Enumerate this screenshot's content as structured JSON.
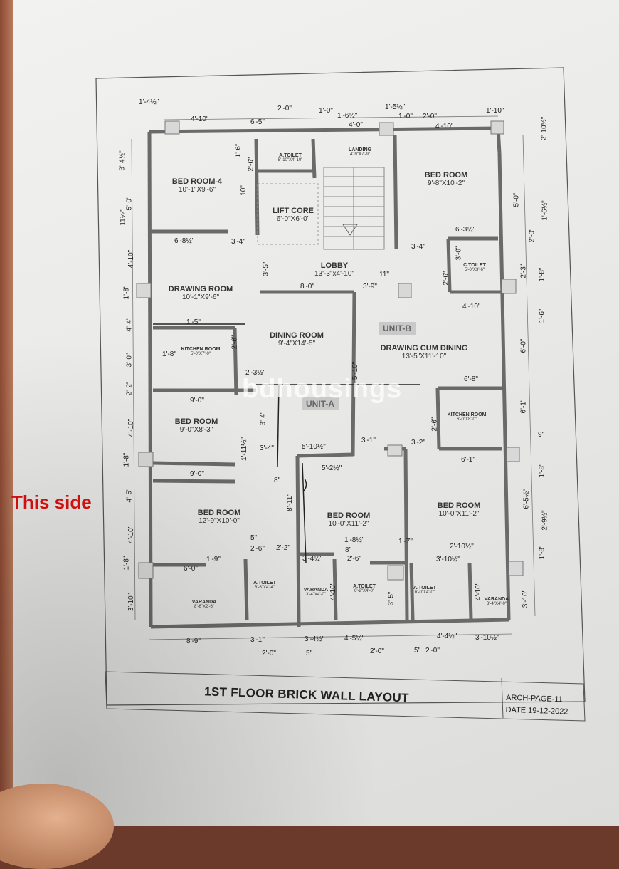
{
  "annotation": {
    "side_note": "This side"
  },
  "watermark": "bdhousings",
  "title_block": {
    "title": "1ST FLOOR BRICK WALL LAYOUT",
    "page": "ARCH-PAGE-11",
    "date": "DATE:19-12-2022"
  },
  "units": {
    "a": "UNIT-A",
    "b": "UNIT-B"
  },
  "rooms": {
    "bed_room_4": {
      "name": "BED ROOM-4",
      "size": "10'-1\"X9'-6\""
    },
    "a_toilet_top": {
      "name": "A.TOILET",
      "size": "5'-10\"X4'-10\""
    },
    "landing": {
      "name": "LANDING",
      "size": "4'-9\"X7'-9\""
    },
    "bed_room_top_right": {
      "name": "BED ROOM",
      "size": "9'-8\"X10'-2\""
    },
    "lift_core": {
      "name": "LIFT CORE",
      "size": "6'-0\"X6'-0\""
    },
    "lobby": {
      "name": "LOBBY",
      "size": "13'-3\"x4'-10\""
    },
    "c_toilet": {
      "name": "C.TOILET",
      "size": "5'-0\"X3'-6\""
    },
    "drawing_room_left": {
      "name": "DRAWING ROOM",
      "size": "10'-1\"X9'-6\""
    },
    "dining_room": {
      "name": "DINING ROOM",
      "size": "9'-4\"X14'-5\""
    },
    "kitchen_left": {
      "name": "KITCHEN ROOM",
      "size": "5'-0\"X7'-0\""
    },
    "drawing_dining": {
      "name": "DRAWING CUM DINING",
      "size": "13'-5\"X11'-10\""
    },
    "kitchen_right": {
      "name": "KITCHEN ROOM",
      "size": "6'-0\"X8'-0\""
    },
    "bed_room_mid_left": {
      "name": "BED ROOM",
      "size": "9'-0\"X8'-3\""
    },
    "bed_room_right": {
      "name": "BED ROOM",
      "size": "10'-0\"X11'-2\""
    },
    "bed_room_bottom_left": {
      "name": "BED ROOM",
      "size": "12'-9\"X10'-0\""
    },
    "bed_room_bottom_mid": {
      "name": "BED ROOM",
      "size": "10'-0\"X11'-2\""
    },
    "a_toilet_bl": {
      "name": "A.TOILET",
      "size": "6'-6\"X4'-4\""
    },
    "a_toilet_bm": {
      "name": "A.TOILET",
      "size": "6'-2\"X4'-0\""
    },
    "a_toilet_br": {
      "name": "A.TOILET",
      "size": "6'-0\"X4'-0\""
    },
    "varanda_left": {
      "name": "VARANDA",
      "size": "8'-6\"X2'-6\""
    },
    "varanda_mid": {
      "name": "VARANDA",
      "size": "3'-4\"X4'-0\""
    },
    "varanda_right": {
      "name": "VARANDA",
      "size": "3'-4\"X4'-0\""
    }
  },
  "dimensions": {
    "top": [
      "1'-4½\"",
      "4'-10\"",
      "2'-0\"",
      "6'-5\"",
      "1'-0\"",
      "1'-6½\"",
      "4'-0\"",
      "1'-5½\"",
      "1'-0\"",
      "2'-0\"",
      "4'-10\"",
      "1'-10\"",
      "2'-10½\""
    ],
    "left": [
      "3'-4½\"",
      "5'-0\"",
      "11½\"",
      "4'-10\"",
      "1'-8\"",
      "4'-4\"",
      "3'-0\"",
      "2'-2\"",
      "4'-10\"",
      "1'-8\"",
      "4'-5\"",
      "4'-10\"",
      "1'-8\"",
      "3'-10\""
    ],
    "right": [
      "5'-0\"",
      "1'-6½\"",
      "2'-0\"",
      "2'-3\"",
      "1'-8\"",
      "1'-6\"",
      "6'-0\"",
      "6'-1\"",
      "9\"",
      "1'-8\"",
      "6'-5½\"",
      "2'-9½\"",
      "1'-8\"",
      "3'-10\""
    ],
    "bottom": [
      "8'-9\"",
      "3'-1\"",
      "2'-0\"",
      "5\"",
      "3'-4½\"",
      "4'-5½\"",
      "2'-0\"",
      "5\"",
      "2'-0\"",
      "4'-4½\"",
      "3'-10½\""
    ],
    "interior": [
      "1'-6\"",
      "2'-6\"",
      "10\"",
      "6'-8½\"",
      "3'-4\"",
      "3'-5\"",
      "8'-0\"",
      "3'-9\"",
      "11\"",
      "3'-4\"",
      "6'-3½\"",
      "3'-0\"",
      "2'-6\"",
      "4'-10\"",
      "1'-5\"",
      "1'-8\"",
      "2'-3½\"",
      "2'-6\"",
      "5'-10\"",
      "6'-8\"",
      "9'-0\"",
      "3'-4\"",
      "1'-11½\"",
      "3'-4\"",
      "5'-10½\"",
      "3'-1\"",
      "3'-2\"",
      "6'-1\"",
      "2'-6\"",
      "9'-0\"",
      "5'-2½\"",
      "8\"",
      "8'-11\"",
      "1'-8½\"",
      "2'-6\"",
      "1'-7\"",
      "2'-10½\"",
      "3'-10½\"",
      "5\"",
      "2'-6\"",
      "2'-2\"",
      "1'-9\"",
      "6'-0\"",
      "3'-4½\"",
      "4'-10\"",
      "3'-5\"",
      "4'-10\"",
      "8\""
    ]
  }
}
